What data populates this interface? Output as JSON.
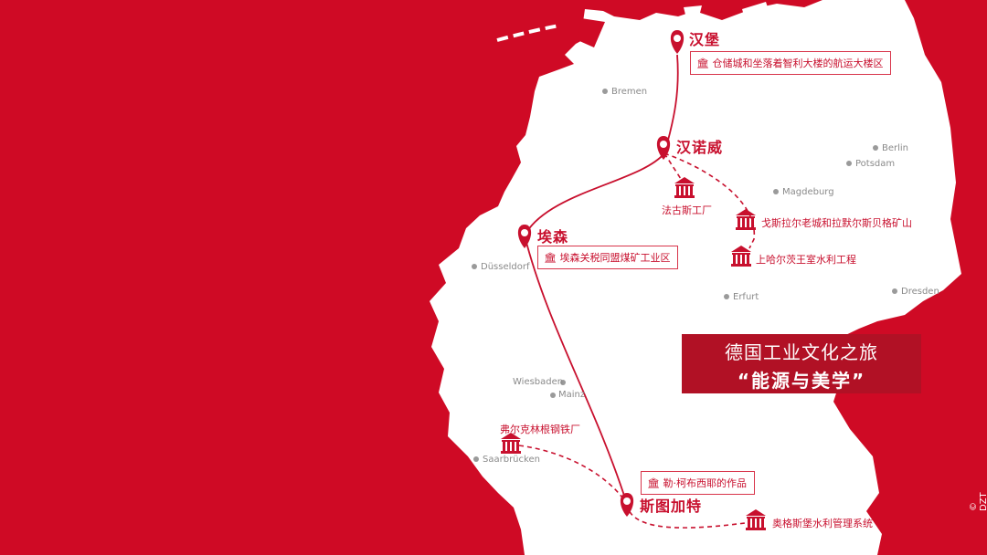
{
  "colors": {
    "sea": "#cf0a25",
    "land": "#ffffff",
    "route": "#c8102e",
    "city_dot": "#9a9a9a",
    "title_bg": "#b11125"
  },
  "title": {
    "line1": "德国工业文化之旅",
    "line2": "“能源与美学”"
  },
  "credit": "© DZT",
  "stops": {
    "hamburg": {
      "name": "汉堡",
      "site": "仓储城和坐落着智利大楼的航运大楼区"
    },
    "hannover": {
      "name": "汉诺威"
    },
    "essen": {
      "name": "埃森",
      "site": "埃森关税同盟煤矿工业区"
    },
    "stuttgart": {
      "name": "斯图加特",
      "site": "勒·柯布西耶的作品"
    }
  },
  "sites": {
    "fagus": "法古斯工厂",
    "goslar": "戈斯拉尔老城和拉默尔斯贝格矿山",
    "harz": "上哈尔茨王室水利工程",
    "voelklingen": "弗尔克林根钢铁厂",
    "augsburg": "奥格斯堡水利管理系统"
  },
  "cities": {
    "bremen": "Bremen",
    "berlin": "Berlin",
    "potsdam": "Potsdam",
    "magdeburg": "Magdeburg",
    "duesseldorf": "Düsseldorf",
    "erfurt": "Erfurt",
    "dresden": "Dresden",
    "wiesbaden": "Wiesbaden",
    "mainz": "Mainz",
    "saarbruecken": "Saarbrücken"
  },
  "icons": {
    "route_pin": "map-pin-icon",
    "heritage_site": "museum-building-icon"
  }
}
